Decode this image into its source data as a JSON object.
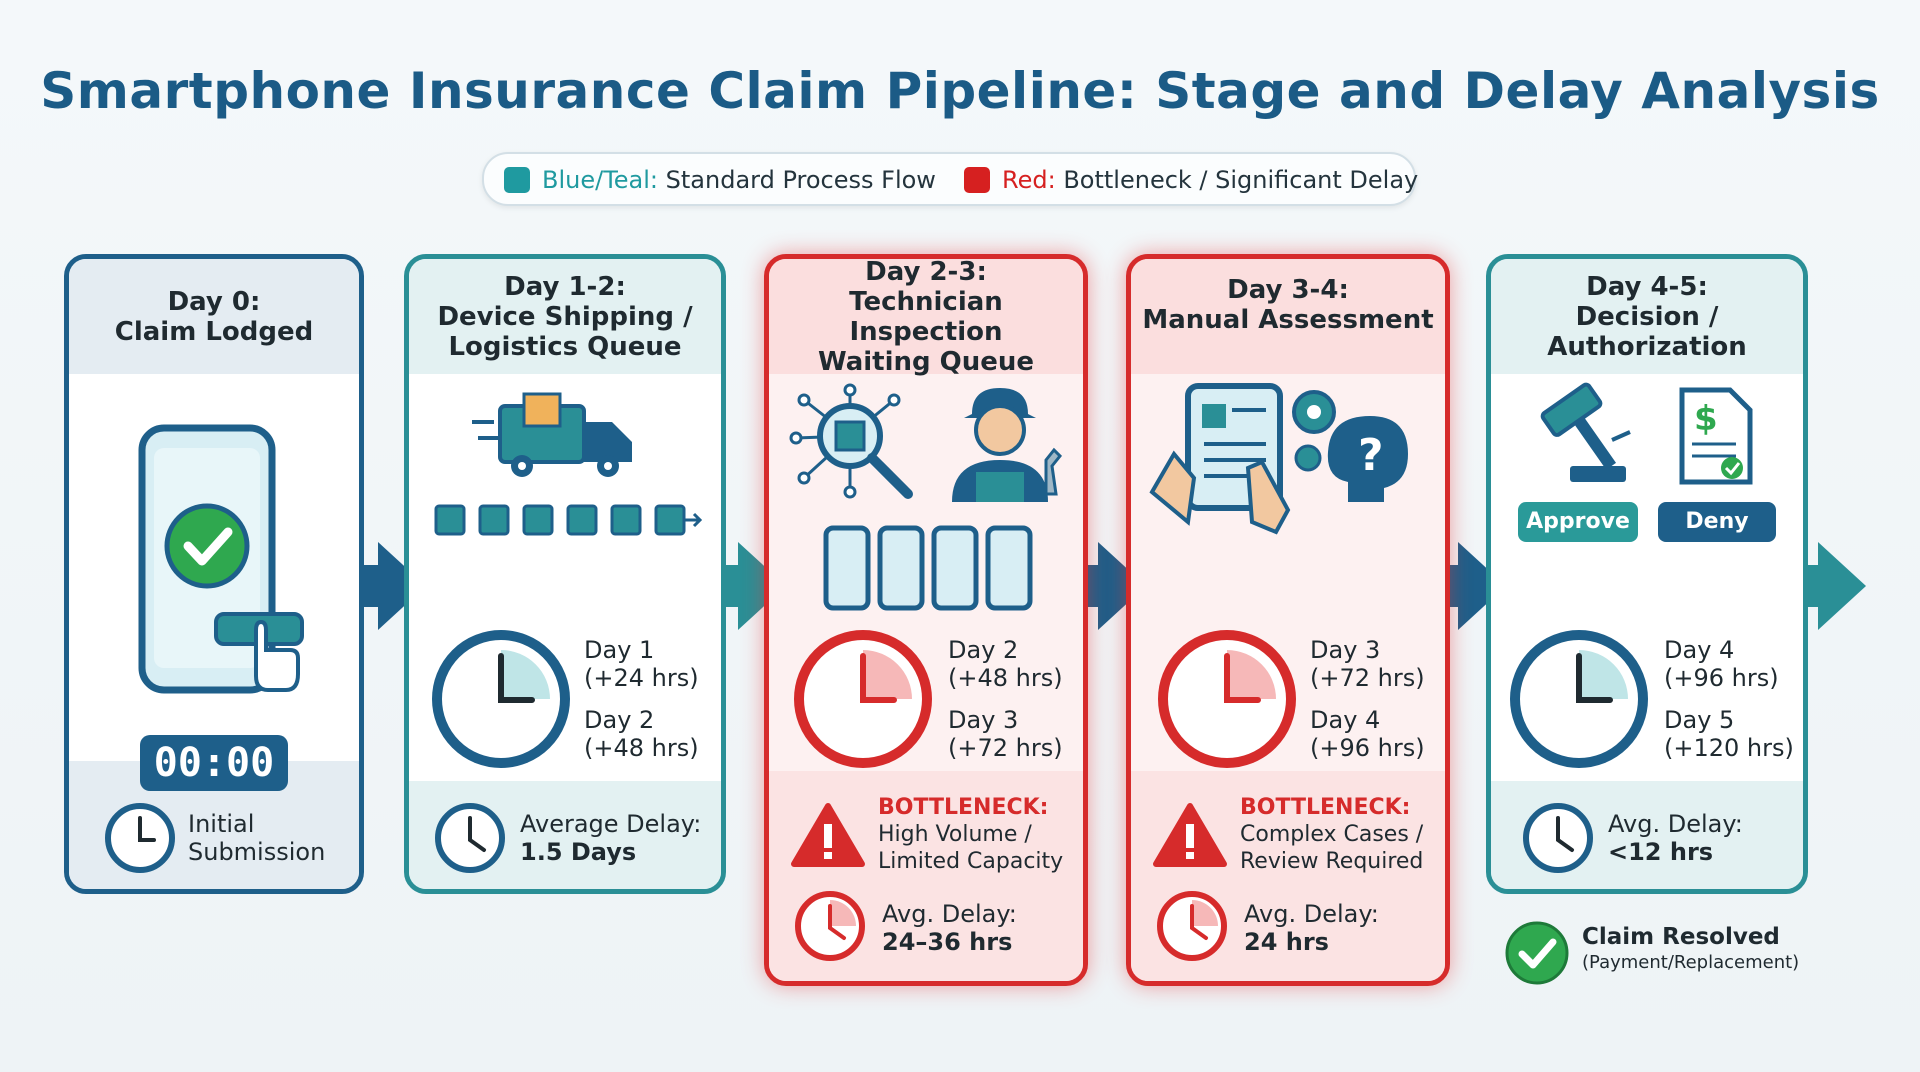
{
  "title": "Smartphone Insurance Claim Pipeline: Stage and Delay Analysis",
  "legend": {
    "standard_key": "Blue/Teal:",
    "standard_text": "Standard Process Flow",
    "bottleneck_key": "Red:",
    "bottleneck_text": "Bottleneck / Significant Delay",
    "colors": {
      "standard": "#1f9aa0",
      "bottleneck": "#d62020"
    }
  },
  "stages": [
    {
      "day": "Day 0:",
      "name_line1": "Claim Lodged",
      "timer": "00:00",
      "footer_line1": "Initial",
      "footer_line2": "Submission"
    },
    {
      "day": "Day 1-2:",
      "name_line1": "Device Shipping /",
      "name_line2": "Logistics Queue",
      "t1_day": "Day 1",
      "t1_hrs": "(+24 hrs)",
      "t2_day": "Day 2",
      "t2_hrs": "(+48 hrs)",
      "delay_label": "Average Delay:",
      "delay_value": "1.5 Days"
    },
    {
      "day": "Day 2-3:",
      "name_line1": "Technician Inspection",
      "name_line2": "Waiting Queue",
      "t1_day": "Day 2",
      "t1_hrs": "(+48 hrs)",
      "t2_day": "Day 3",
      "t2_hrs": "(+72 hrs)",
      "bottleneck_label": "BOTTLENECK:",
      "bottleneck_line1": "High Volume /",
      "bottleneck_line2": "Limited Capacity",
      "delay_label": "Avg. Delay:",
      "delay_value": "24–36 hrs"
    },
    {
      "day": "Day 3-4:",
      "name_line1": "Manual Assessment",
      "t1_day": "Day 3",
      "t1_hrs": "(+72 hrs)",
      "t2_day": "Day 4",
      "t2_hrs": "(+96 hrs)",
      "bottleneck_label": "BOTTLENECK:",
      "bottleneck_line1": "Complex Cases /",
      "bottleneck_line2": "Review Required",
      "delay_label": "Avg. Delay:",
      "delay_value": "24 hrs"
    },
    {
      "day": "Day 4-5:",
      "name_line1": "Decision /",
      "name_line2": "Authorization",
      "approve_label": "Approve",
      "deny_label": "Deny",
      "t1_day": "Day 4",
      "t1_hrs": "(+96 hrs)",
      "t2_day": "Day 5",
      "t2_hrs": "(+120 hrs)",
      "delay_label": "Avg. Delay:",
      "delay_value": "<12 hrs"
    }
  ],
  "resolution": {
    "label": "Claim Resolved",
    "detail": "(Payment/Replacement)"
  }
}
